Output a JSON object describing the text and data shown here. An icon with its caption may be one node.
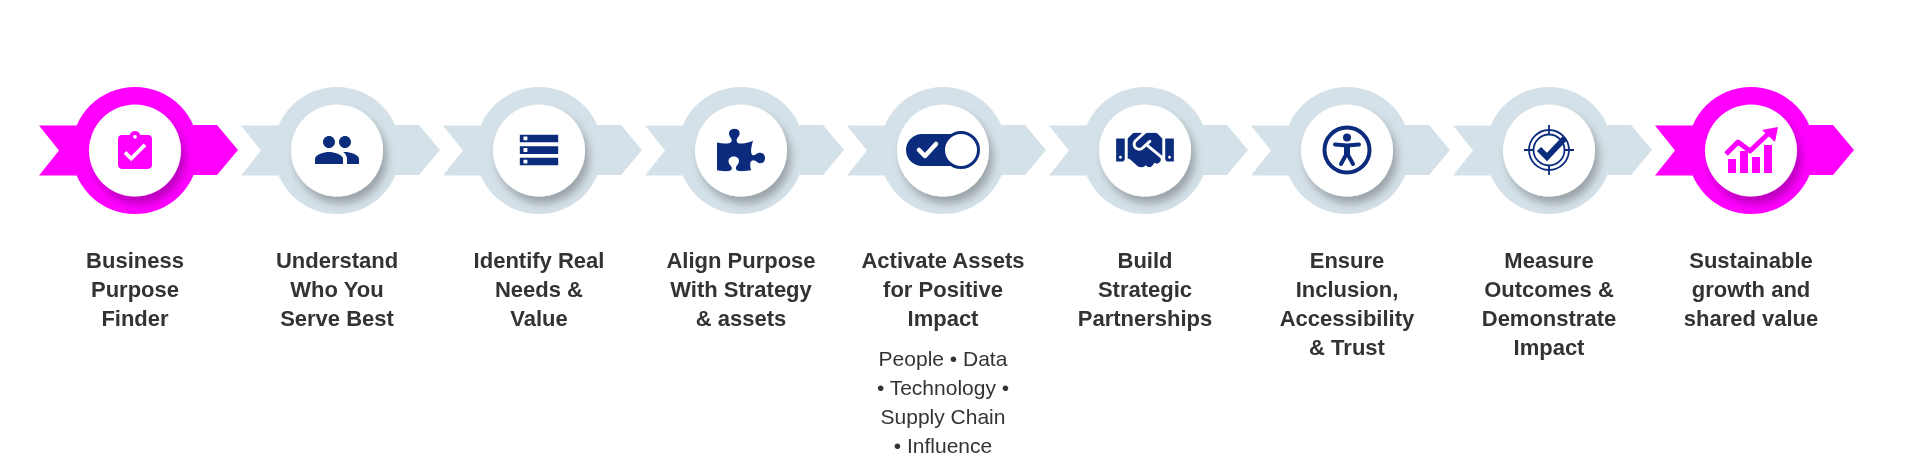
{
  "diagram": {
    "nodes": [
      {
        "text": [
          "Business Purpose Finder"
        ]
      },
      {
        "text": [
          "Understand Who You Serve Best"
        ]
      },
      {
        "text": [
          "Identify Real Needs & Value"
        ]
      },
      {
        "text": [
          "Align Purpose With Strategy & assets"
        ]
      },
      {
        "text": [
          "Activate Assets for Positive Impact",
          "People • Data • Technology • Supply Chain • Influence"
        ]
      },
      {
        "text": [
          "Build Strategic Partnerships"
        ]
      },
      {
        "text": [
          "Ensure Inclusion, Accessibility & Trust"
        ]
      },
      {
        "text": [
          "Measure Outcomes & Demonstrate Impact"
        ]
      },
      {
        "text": [
          "Sustainable growth and shared value"
        ]
      }
    ],
    "edges": [
      {
        "from": 0,
        "to": 1,
        "arrow": "to"
      },
      {
        "from": 1,
        "to": 2,
        "arrow": "to"
      },
      {
        "from": 2,
        "to": 3,
        "arrow": "to"
      },
      {
        "from": 3,
        "to": 4,
        "arrow": "to"
      },
      {
        "from": 4,
        "to": 5,
        "arrow": "to"
      },
      {
        "from": 5,
        "to": 6,
        "arrow": "to"
      },
      {
        "from": 6,
        "to": 7,
        "arrow": "to"
      },
      {
        "from": 7,
        "to": 8,
        "arrow": "to"
      },
      {
        "from": 8,
        "to": null,
        "arrow": "to"
      }
    ]
  }
}
